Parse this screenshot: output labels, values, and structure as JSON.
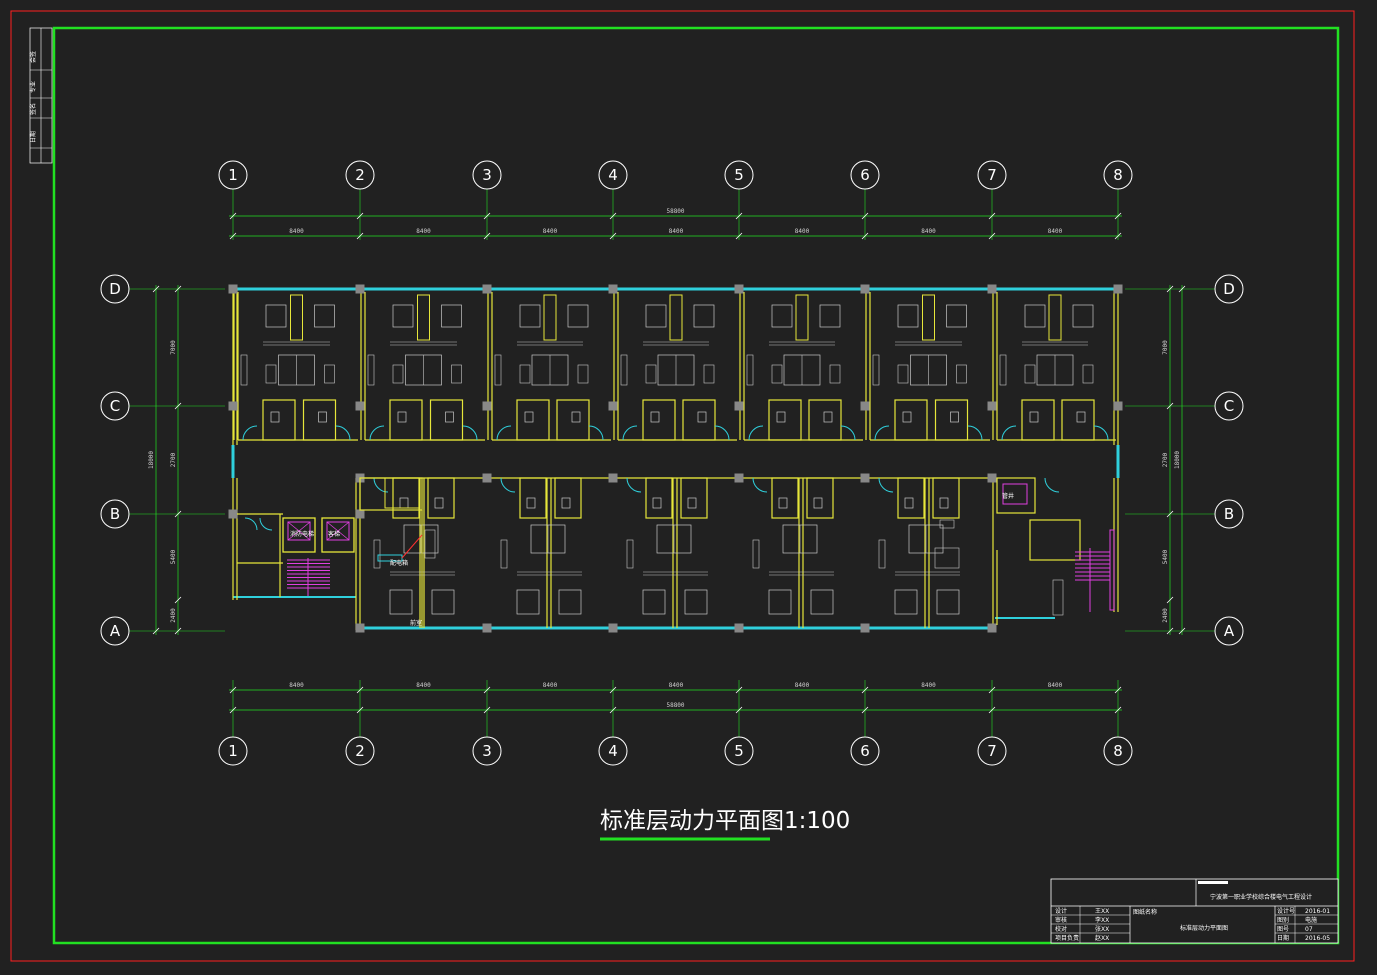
{
  "drawing": {
    "title": "标准层动力平面图1:100",
    "columns": [
      "1",
      "2",
      "3",
      "4",
      "5",
      "6",
      "7",
      "8"
    ],
    "rows_left": [
      "D",
      "C",
      "B",
      "A"
    ],
    "rows_right": [
      "D",
      "C",
      "B",
      "A"
    ],
    "bay_dim_top": [
      "8400",
      "8400",
      "8400",
      "8400",
      "8400",
      "8400",
      "8400"
    ],
    "total_dim_top": "58800",
    "bay_dim_bottom": [
      "8400",
      "8400",
      "8400",
      "8400",
      "8400",
      "8400",
      "8400"
    ],
    "total_dim_bottom": "58800",
    "row_dims_left": [
      "7000",
      "2700",
      "5400",
      "2400"
    ],
    "total_dim_left": "18000",
    "row_dims_right": [
      "7000",
      "2700",
      "5400",
      "2400"
    ],
    "total_dim_right": "18000",
    "elevator_labels": [
      "消防电梯",
      "客梯"
    ],
    "panel_label": "配电箱",
    "room_label_bottom": "前室",
    "room_label_right": "管井"
  },
  "title_block": {
    "project": "宁波第一职业学校综合楼电气工程设计",
    "drawing_name": "标准层动力平面图",
    "rows_left": [
      {
        "k": "设计",
        "v": "王XX"
      },
      {
        "k": "审核",
        "v": "李XX"
      },
      {
        "k": "校对",
        "v": "张XX"
      },
      {
        "k": "项目负责",
        "v": "赵XX"
      }
    ],
    "rows_right": [
      {
        "k": "设计号",
        "v": "2016-01"
      },
      {
        "k": "图别",
        "v": "电施"
      },
      {
        "k": "图号",
        "v": "07"
      },
      {
        "k": "日期",
        "v": "2016-05"
      }
    ],
    "section": "图纸名称"
  },
  "margin_strip": [
    "会签",
    "专业",
    "签名",
    "日期"
  ],
  "colors": {
    "background": "#212121",
    "frame_red": "#ff2020",
    "frame_green": "#22e022",
    "wall": "#e6e63a",
    "window": "#2fd0dc",
    "column": "#888888",
    "furniture": "#c8c8c8",
    "stair": "#e040e0",
    "axis_line": "#22e022",
    "circle": "#ffffff"
  }
}
